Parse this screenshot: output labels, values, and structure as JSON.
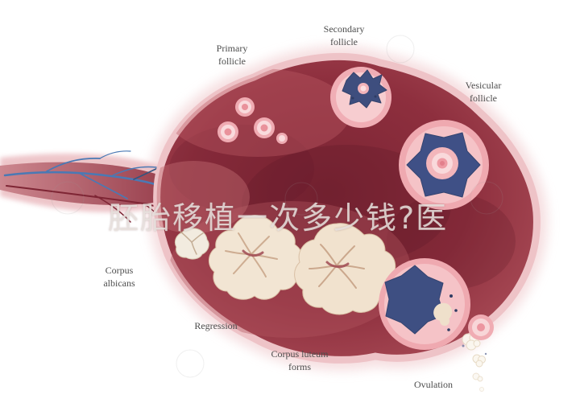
{
  "watermark_text": "胚胎移植一次多少钱?医",
  "labels": {
    "primary_follicle": "Primary\nfollicle",
    "secondary_follicle": "Secondary\nfollicle",
    "vesicular_follicle": "Vesicular\nfollicle",
    "corpus_albicans": "Corpus\nalbicans",
    "regression": "Regression",
    "corpus_luteum_forms": "Corpus luteum\nforms",
    "ovulation": "Ovulation"
  },
  "colors": {
    "background": "#ffffff",
    "ovary_body": "#8e2f3e",
    "ovary_rim": "#eec3c7",
    "follicle_pink": "#f0aeb5",
    "follicle_fluid_blue": "#3e4f82",
    "corpus_luteum_cream": "#f1e2ce",
    "vessel_blue": "#4a79b4",
    "vessel_red": "#7e2534",
    "label_text": "#4d4d4d"
  }
}
